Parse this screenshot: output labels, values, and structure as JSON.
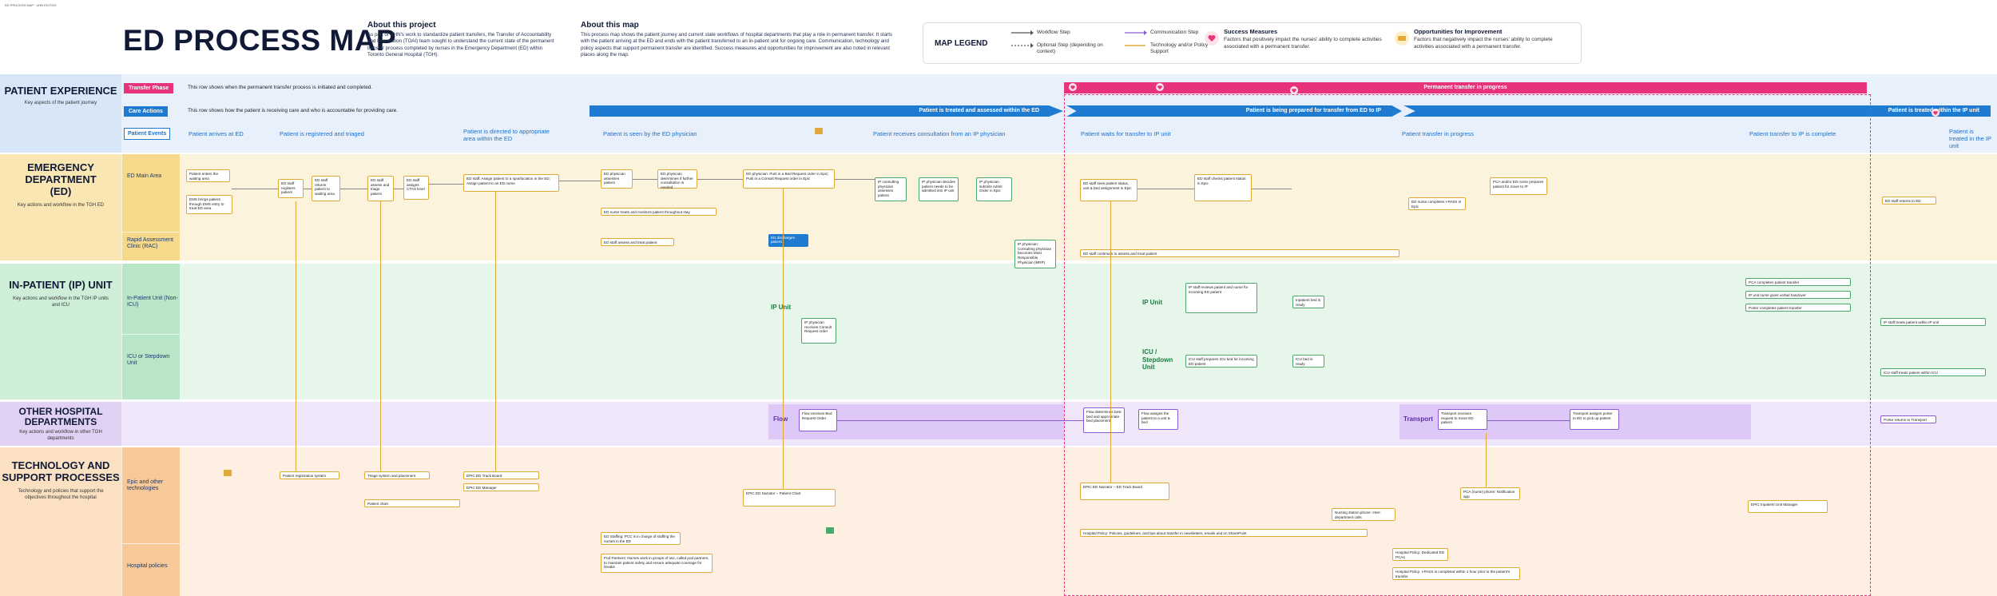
{
  "header": {
    "tiny_caption": "ED PROCESS MAP · UHN ED/TGH",
    "title": "ED PROCESS MAP",
    "about_project": {
      "heading": "About this project",
      "text": "As part of UHN's work to standardize patient transfers, the Transfer of Accountability and Information (TOAI) team sought to understand the current state of the permanent transfer process completed by nurses in the Emergency Department (ED) within Toronto General Hospital (TGH)."
    },
    "about_map": {
      "heading": "About this map",
      "text": "This process map shows the patient journey and current state workflows of hospital departments that play a role in permanent transfer. It starts with the patient arriving at the ED and ends with the patient transferred to an in-patient unit for ongoing care. Communication, technology and policy aspects that support permanent transfer are identified. Success measures and opportunities for improvement are also noted in relevant places along the map."
    }
  },
  "legend": {
    "title": "MAP LEGEND",
    "workflow_step": "Workflow Step",
    "optional_step": "Optional Step (depending on context)",
    "communication_step": "Communication Step",
    "technology_policy": "Technology and/or Policy Support",
    "success_title": "Success Measures",
    "success_text": "Factors that positively impact the nurses' ability to complete activities associated with a permanent transfer.",
    "opportunities_title": "Opportunities for Improvement",
    "opportunities_text": "Factors that negatively impact the nurses' ability to complete activities associated with a permanent transfer."
  },
  "lanes": {
    "patient_experience": {
      "title": "PATIENT EXPERIENCE",
      "sub": "Key aspects of the patient journey"
    },
    "ed": {
      "title": "EMERGENCY DEPARTMENT (ED)",
      "sub": "Key actions and workflow in the TGH ED"
    },
    "ip": {
      "title": "IN-PATIENT (IP) UNIT",
      "sub": "Key actions and workflow in the TGH IP units and ICU"
    },
    "other": {
      "title": "OTHER HOSPITAL DEPARTMENTS",
      "sub": "Key actions and workflow in other TGH departments"
    },
    "tech": {
      "title": "TECHNOLOGY AND SUPPORT PROCESSES",
      "sub": "Technology and policies that support the objectives throughout the hospital"
    }
  },
  "rows": {
    "transfer_phase": {
      "label": "Transfer Phase",
      "text": "This row shows when the permanent transfer process is initiated and completed.",
      "bar": "Permanent transfer in progress"
    },
    "care_actions": {
      "label": "Care Actions",
      "text": "This row shows how the patient is receiving care and who is accountable for providing care.",
      "bar1": "Patient is treated and assessed within the ED",
      "bar2": "Patient is being prepared for transfer from ED to IP",
      "bar3": "Patient is treated within the IP unit"
    },
    "patient_events": {
      "label": "Patient Events"
    }
  },
  "stages": [
    "Patient arrives at ED",
    "Patient is registered and triaged",
    "Patient is directed to appropriate area within the ED",
    "Patient is seen by the ED physician",
    "Patient receives consultation from an IP physician",
    "Patient waits for transfer to IP unit",
    "Patient transfer in progress",
    "Patient transfer to IP is complete",
    "Patient is treated in the IP unit"
  ],
  "sublanes": {
    "ed_main": "ED Main Area",
    "rac": "Rapid Assessment Clinic (RAC)",
    "ip_nonicu": "In-Patient Unit (Non-ICU)",
    "icu": "ICU or Stepdown Unit",
    "ip_unit": "IP Unit",
    "icu_stepdown": "ICU / Stepdown Unit",
    "flow": "Flow",
    "transport": "Transport",
    "epic": "Epic and other technologies",
    "policies": "Hospital policies"
  },
  "ed_boxes": [
    "Patient enters the waiting area",
    "EMS brings patient through EMS entry to treat ED area",
    "ED staff registers patient",
    "ED staff returns patient to waiting area",
    "ED staff assess and triage patient",
    "ED staff assigns CTAS level",
    "ED staff: Assign patient to a spot/location in the ED; Assign patient to an ED nurse",
    "ED physician assesses patient",
    "ED physician determines if further consultation is needed",
    "ED physician: Puts in a Bed Request order in Epic; Puts in a Consult Request order in Epic",
    "ED nurse treats and monitors patient throughout stay",
    "ED discharges patient",
    "ED staff assess and treat patient",
    "ED staff sees patient status, unit & bed assignment in Epic",
    "ED staff checks patient status in Epic",
    "ED staff continues to assess and treat patient",
    "ED nurse completes I-PASS in Epic",
    "PCA and/or ED nurse prepares patient for move to IP",
    "ED staff returns to ED"
  ],
  "ip_boxes": [
    "IP physician receives Consult Request order",
    "IP consulting physician assesses patient",
    "IP physician decides patient needs to be admitted into IP unit",
    "IP physician submits Admit Order in Epic",
    "IP physician: Consulting physician becomes Most Responsible Physician (MRP)",
    "IP staff reviews patient and nurse for incoming ED patient",
    "Inpatient bed is ready",
    "ICU staff prepares ICU bed for incoming ED patient",
    "ICU bed is ready",
    "PCA completes patient transfer",
    "IP unit nurse gives verbal handover",
    "Porter completes patient transfer",
    "IP staff treats patient within IP unit",
    "ICU staff treats patient within ICU"
  ],
  "other_boxes": [
    "Flow receives Bed Request Order",
    "Flow determines best bed and appropriate bed placement",
    "Flow assigns the patient to a unit & bed",
    "Transport receives request to move ED patient",
    "Transport assigns porter to ED to pick up patient",
    "Porter returns to Transport"
  ],
  "tech_boxes": [
    "Patient registration system",
    "Triage system and placement",
    "EPIC ED Track Board",
    "EPIC ED Manager",
    "Patient chart",
    "EPIC ED Narrator – Patient Chart",
    "EPIC ED Narrator – ED Track Board",
    "PCA (nurse) phone: Notification app",
    "Nursing station phone: Inter-department calls",
    "EPIC Inpatient Unit Manager",
    "Hospital Policy: Policies, guidelines, and tips about transfer in newsletters, emails and on SharePoint",
    "Hospital Policy: Dedicated ED PCAs",
    "Hospital Policy: I-PASS is completed within 1 hour prior to the patient's transfer",
    "ED Staffing: PCC is in charge of staffing the nurses in the ED",
    "Pod Partners: Nurses work in groups of two, called pod partners, to maintain patient safety and ensure adequate coverage for breaks"
  ],
  "colors": {
    "transfer_pink": "#e6337c",
    "care_blue": "#1f7bd1",
    "ed_band": "#fbf3dc",
    "ed_header": "#f6d98a",
    "ip_band": "#e6f6ea",
    "ip_header": "#b9e6c6",
    "other_band": "#efe6fa",
    "other_header": "#d6c2f2",
    "tech_band": "#fdf0e2",
    "tech_header": "#f7c898",
    "pe_band": "#e8f1fb"
  }
}
